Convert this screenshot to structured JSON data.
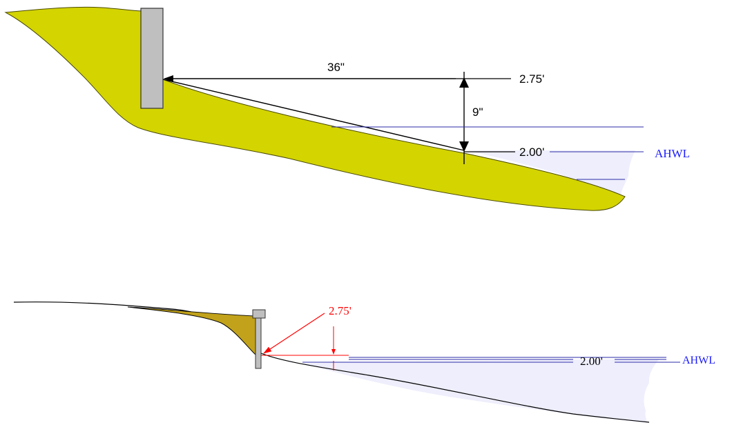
{
  "upper_diagram": {
    "horizontal_distance": "36\"",
    "vertical_distance": "9\"",
    "top_elevation": "2.75'",
    "water_elevation": "2.00'",
    "water_level_label": "AHWL"
  },
  "lower_diagram": {
    "wall_top_elevation": "2.75'",
    "water_elevation": "2.00'",
    "water_level_label": "AHWL"
  },
  "colors": {
    "upper_soil": "#d4d400",
    "lower_soil": "#c1a21a",
    "wall": "#bfbfbf",
    "water": "#eeeefc",
    "water_line": "#2a2aa8",
    "annotation_red": "#ff0000"
  }
}
